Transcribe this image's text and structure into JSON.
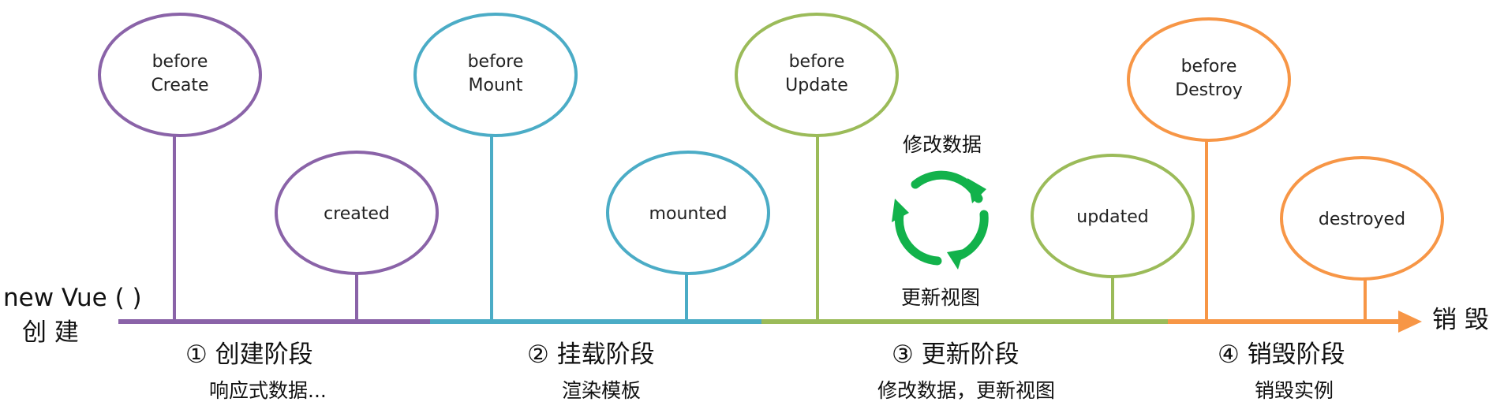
{
  "colors": {
    "purple": "#8A63A8",
    "blue": "#4BACC6",
    "green": "#9BBB59",
    "orange": "#F79646",
    "arrow_green": "#12B24B"
  },
  "start": {
    "line1": "new Vue ( )",
    "line2": "创  建"
  },
  "end_label": "销  毁",
  "hooks": [
    {
      "name": "before-create",
      "lines": [
        "before",
        "Create"
      ],
      "color": "purple"
    },
    {
      "name": "created",
      "lines": [
        "created"
      ],
      "color": "purple"
    },
    {
      "name": "before-mount",
      "lines": [
        "before",
        "Mount"
      ],
      "color": "blue"
    },
    {
      "name": "mounted",
      "lines": [
        "mounted"
      ],
      "color": "blue"
    },
    {
      "name": "before-update",
      "lines": [
        "before",
        "Update"
      ],
      "color": "green"
    },
    {
      "name": "updated",
      "lines": [
        "updated"
      ],
      "color": "green"
    },
    {
      "name": "before-destroy",
      "lines": [
        "before",
        "Destroy"
      ],
      "color": "orange"
    },
    {
      "name": "destroyed",
      "lines": [
        "destroyed"
      ],
      "color": "orange"
    }
  ],
  "phases": [
    {
      "title": "① 创建阶段",
      "desc": "响应式数据..."
    },
    {
      "title": "② 挂载阶段",
      "desc": "渲染模板"
    },
    {
      "title": "③ 更新阶段",
      "desc": "修改数据，更新视图"
    },
    {
      "title": "④ 销毁阶段",
      "desc": "销毁实例"
    }
  ],
  "cycle": {
    "top": "修改数据",
    "bottom": "更新视图",
    "icon": "refresh-cycle-icon"
  }
}
